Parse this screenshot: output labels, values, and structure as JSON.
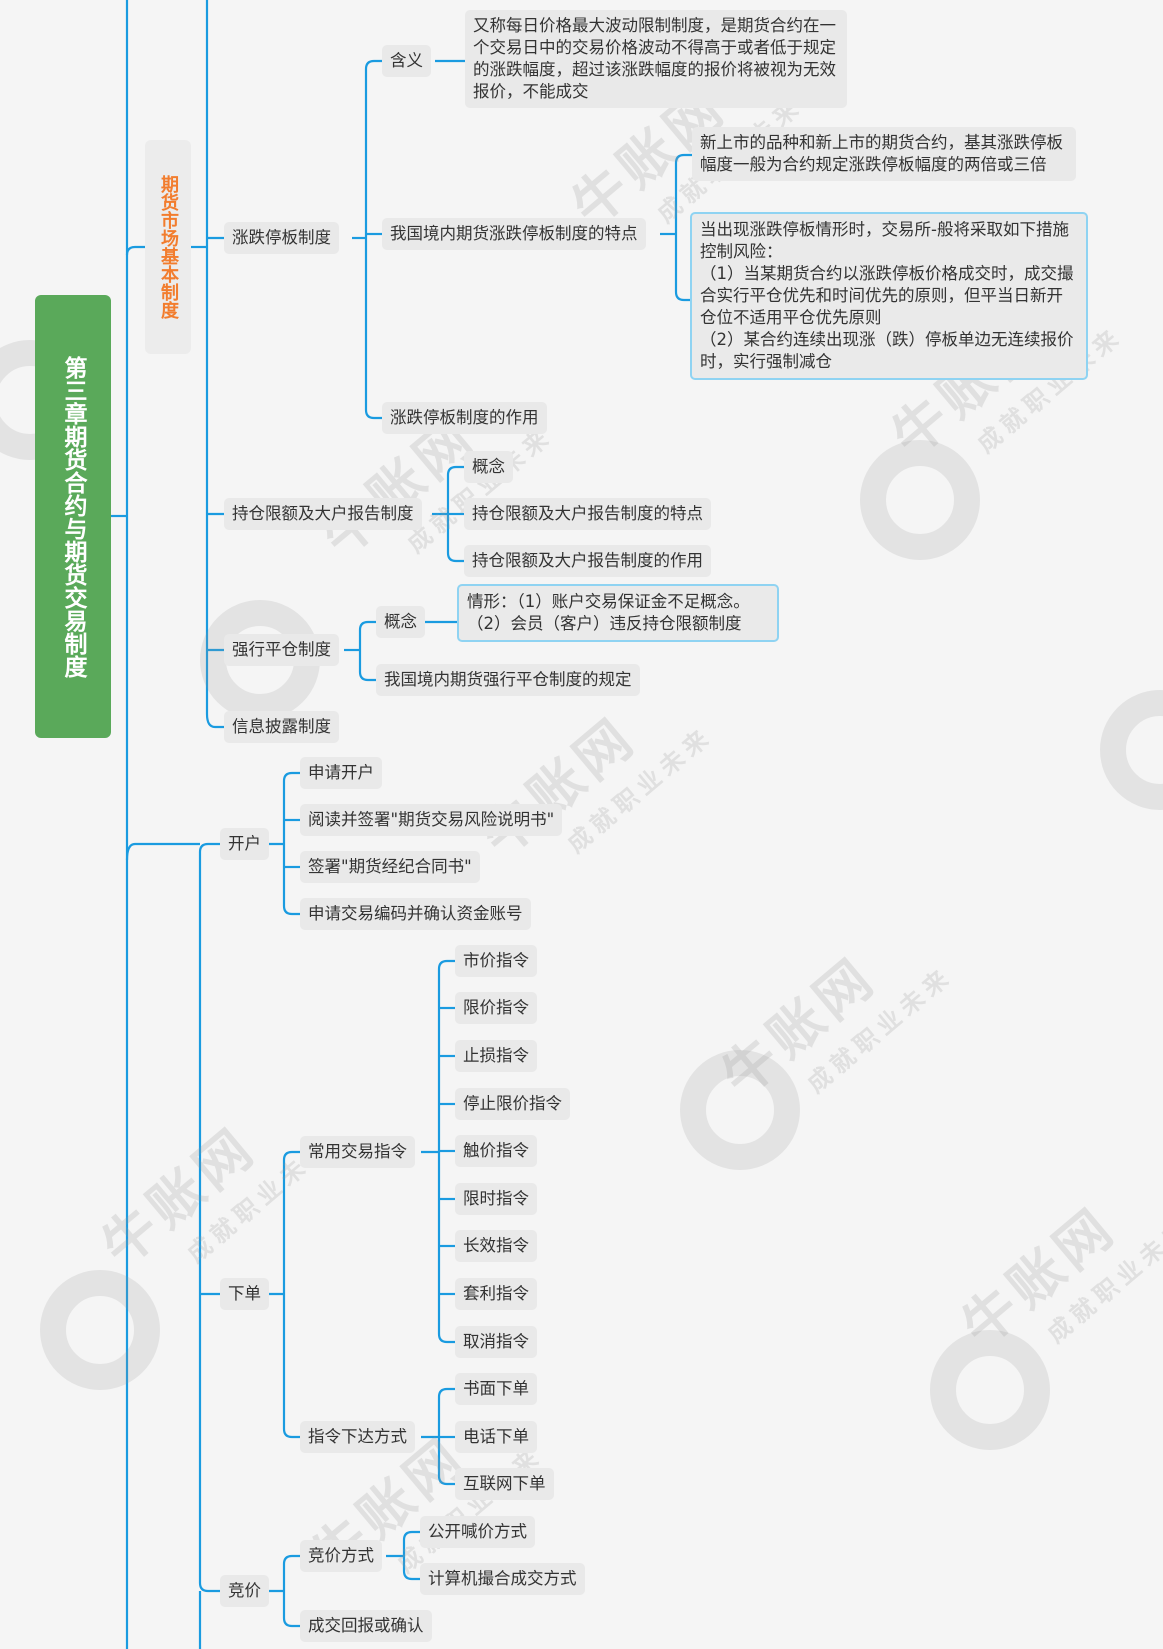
{
  "root": {
    "label": "第三章期货合约与期货交易制度"
  },
  "branch": {
    "label": "期货市场基本制度"
  },
  "nodes": {
    "zdtb": "涨跌停板制度",
    "hanyi": "含义",
    "hanyi_text": "又称每日价格最大波动限制制度，是期货合约在一个交易日中的交易价格波动不得高于或者低于规定的涨跌幅度，超过该涨跌幅度的报价将被视为无效报价，不能成交",
    "tedian": "我国境内期货涨跌停板制度的特点",
    "tedian1": "新上市的品种和新上市的期货合约，基其涨跌停板幅度一般为合约规定涨跌停板幅度的两倍或三倍",
    "tedian2": "当出现涨跌停板情形时，交易所-般将采取如下措施控制风险：\n（1）当某期货合约以涨跌停板价格成交时，成交撮合实行平仓优先和时间优先的原则，但平当日新开仓位不适用平仓优先原则\n（2）某合约连续出现涨（跌）停板单边无连续报价时，实行强制减仓",
    "zuoyong": "涨跌停板制度的作用",
    "ccxe": "持仓限额及大户报告制度",
    "ccxe_gn": "概念",
    "ccxe_td": "持仓限额及大户报告制度的特点",
    "ccxe_zy": "持仓限额及大户报告制度的作用",
    "qxpc": "强行平仓制度",
    "qxpc_gn": "概念",
    "qxpc_gn_text": "情形：（1）账户交易保证金不足概念。\n（2）会员（客户）违反持仓限额制度",
    "qxpc_gd": "我国境内期货强行平仓制度的规定",
    "xxpl": "信息披露制度",
    "kaihu": "开户",
    "kh1": "申请开户",
    "kh2": "阅读并签署\"期货交易风险说明书\"",
    "kh3": "签署\"期货经纪合同书\"",
    "kh4": "申请交易编码并确认资金账号",
    "xiadan": "下单",
    "cyzl": "常用交易指令",
    "zl1": "市价指令",
    "zl2": "限价指令",
    "zl3": "止损指令",
    "zl4": "停止限价指令",
    "zl5": "触价指令",
    "zl6": "限时指令",
    "zl7": "长效指令",
    "zl8": "套利指令",
    "zl9": "取消指令",
    "xdfs": "指令下达方式",
    "fs1": "书面下单",
    "fs2": "电话下单",
    "fs3": "互联网下单",
    "jingjia": "竞价",
    "jjfs": "竞价方式",
    "jj1": "公开喊价方式",
    "jj2": "计算机撮合成交方式",
    "cjhb": "成交回报或确认"
  },
  "watermark": {
    "brand": "牛账网",
    "slogan": "成就职业未来"
  },
  "colors": {
    "line": "#1a9be0",
    "root": "#5aa95a",
    "branch_text": "#f27d2e",
    "node_bg": "#e9e9e9",
    "highlight_border": "#8fd3f2"
  }
}
